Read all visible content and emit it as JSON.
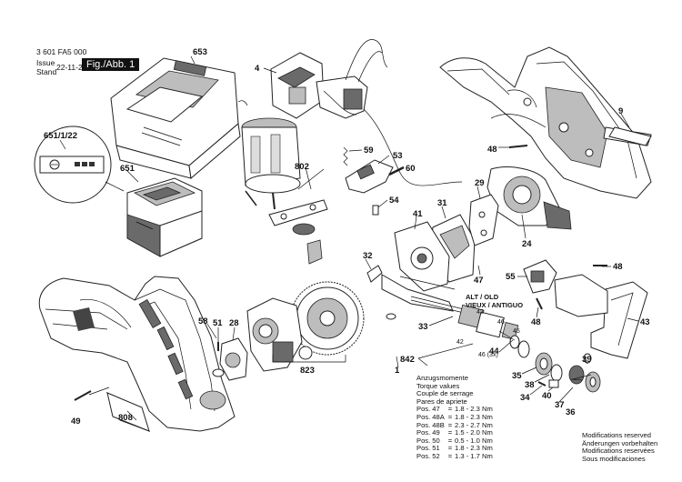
{
  "header": {
    "doc_number": "3 601 FA5 000",
    "issue_label": "Issue Stand",
    "date": "22-11-23",
    "figure_tag": "Fig./Abb. 1"
  },
  "callouts": {
    "c653": "653",
    "c651_122": "651/1/22",
    "c651": "651",
    "c4": "4",
    "c9": "9",
    "c48a": "48",
    "c59": "59",
    "c53": "53",
    "c60": "60",
    "c54": "54",
    "c802": "802",
    "c31": "31",
    "c29": "29",
    "c41": "41",
    "c24": "24",
    "c32": "32",
    "c47": "47",
    "c55": "55",
    "c48b": "48",
    "c48c": "48",
    "c43": "43",
    "c58": "58",
    "c51": "51",
    "c28": "28",
    "c33": "33",
    "c44": "44",
    "c842": "842",
    "c823": "823",
    "c1": "1",
    "c34": "34",
    "c35": "35",
    "c38": "38",
    "c39": "39",
    "c40": "40",
    "c37": "37",
    "c36": "36",
    "c49": "49",
    "c808": "808",
    "c42a": "42",
    "c46a": "46",
    "c45": "45",
    "c42b": "42",
    "c46b": "46 (3x)"
  },
  "alt_old": {
    "title": "ALT / OLD",
    "subtitle": "VIEUX / ANTIGUO"
  },
  "torque": {
    "title_lines": [
      "Anzugsmomente",
      "Torque values",
      "Couple de serrage",
      "Pares de apriete"
    ],
    "rows": [
      {
        "pos": "Pos. 47",
        "value": "1.8 - 2.3 Nm"
      },
      {
        "pos": "Pos. 48A",
        "value": "1.8 - 2.3 Nm"
      },
      {
        "pos": "Pos. 48B",
        "value": "2.3 - 2.7 Nm"
      },
      {
        "pos": "Pos. 49",
        "value": "1.5 - 2.0 Nm"
      },
      {
        "pos": "Pos. 50",
        "value": "0.5 - 1.0 Nm"
      },
      {
        "pos": "Pos. 51",
        "value": "1.8 - 2.3 Nm"
      },
      {
        "pos": "Pos. 52",
        "value": "1.3 - 1.7 Nm"
      }
    ]
  },
  "notes": [
    "Modifications reserved",
    "Änderungen vorbehalten",
    "Modifications reservées",
    "Sous modificaciones"
  ]
}
